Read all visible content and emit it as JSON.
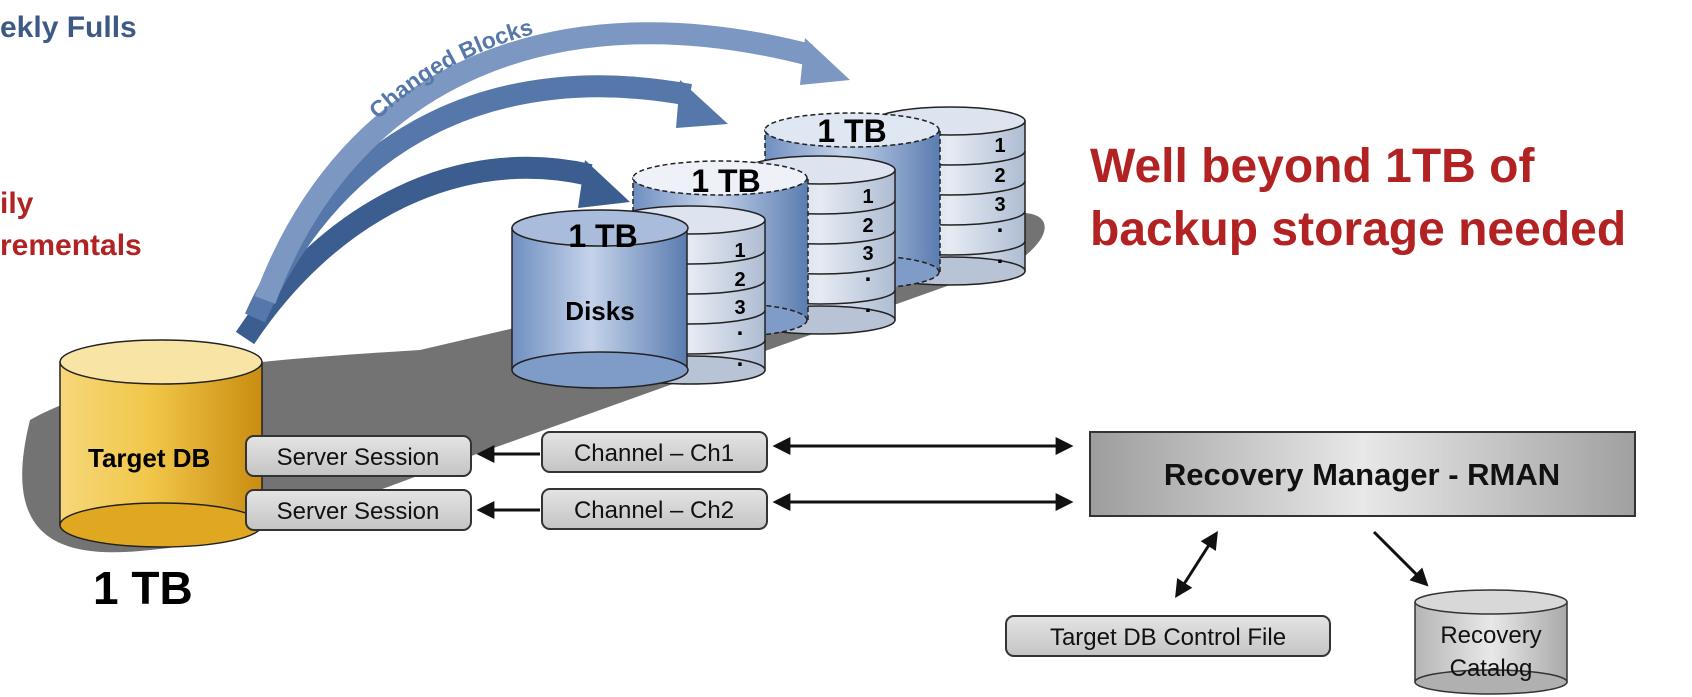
{
  "labels": {
    "weekly_fulls": "ekly Fulls",
    "daily_line1": "ily",
    "daily_line2": "rementals",
    "changed_blocks": "Changed Blocks",
    "well_beyond_line1": "Well beyond 1TB of",
    "well_beyond_line2": "backup storage needed",
    "target_db": "Target DB",
    "target_size": "1 TB"
  },
  "backup_sets": [
    {
      "size": "1 TB",
      "disks_label": "Disks",
      "increments": [
        "1",
        "2",
        "3",
        ".",
        "."
      ]
    },
    {
      "size": "1 TB",
      "disks_label": "",
      "increments": [
        "1",
        "2",
        "3",
        ".",
        "."
      ]
    },
    {
      "size": "1 TB",
      "disks_label": "",
      "increments": [
        "1",
        "2",
        "3",
        ".",
        "."
      ]
    }
  ],
  "sessions": {
    "server_session_1": "Server Session",
    "server_session_2": "Server Session",
    "channel_1": "Channel – Ch1",
    "channel_2": "Channel – Ch2"
  },
  "rman": {
    "title": "Recovery Manager - RMAN",
    "control_file": "Target DB Control File",
    "catalog_line1": "Recovery",
    "catalog_line2": "Catalog"
  },
  "colors": {
    "blue_title": "#3d5a86",
    "red_text": "#b22222",
    "arrow_blue_dark": "#3b5d8f",
    "arrow_blue_mid": "#5577aa",
    "arrow_blue_light": "#7c97c2",
    "gold": "#e8b020",
    "shadow_gray": "#707070"
  }
}
